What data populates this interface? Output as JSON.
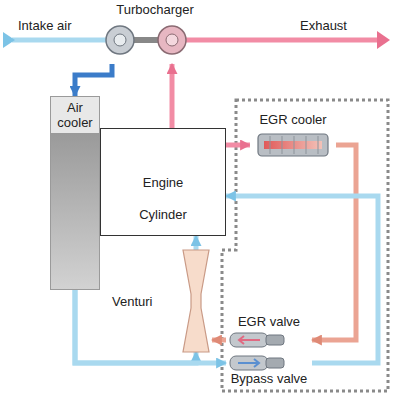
{
  "diagram": {
    "nodes": [
      {
        "text": [
          "Turbocharger"
        ]
      },
      {
        "text": [
          "Air cooler"
        ]
      },
      {
        "text": [
          "Engine",
          "Cylinder"
        ]
      },
      {
        "text": [
          "EGR cooler"
        ]
      },
      {
        "text": [
          "Venturi"
        ]
      },
      {
        "text": [
          "EGR valve"
        ]
      },
      {
        "text": [
          "Bypass valve"
        ]
      }
    ],
    "edges": [
      {
        "from": 0,
        "to": 1,
        "arrow": "to"
      },
      {
        "from": 1,
        "to": 4,
        "arrow": "to"
      },
      {
        "from": 1,
        "to": 6,
        "arrow": "to"
      },
      {
        "from": 4,
        "to": 2,
        "arrow": "to"
      },
      {
        "from": 2,
        "to": 0,
        "arrow": "to"
      },
      {
        "from": 2,
        "to": 3,
        "arrow": "to"
      },
      {
        "from": 3,
        "to": 5,
        "arrow": "to"
      },
      {
        "from": 6,
        "to": 2,
        "arrow": "to"
      },
      {
        "from": 5,
        "to": 4,
        "arrow": "to"
      }
    ],
    "labels": [
      "Intake air",
      "Exhaust"
    ]
  }
}
